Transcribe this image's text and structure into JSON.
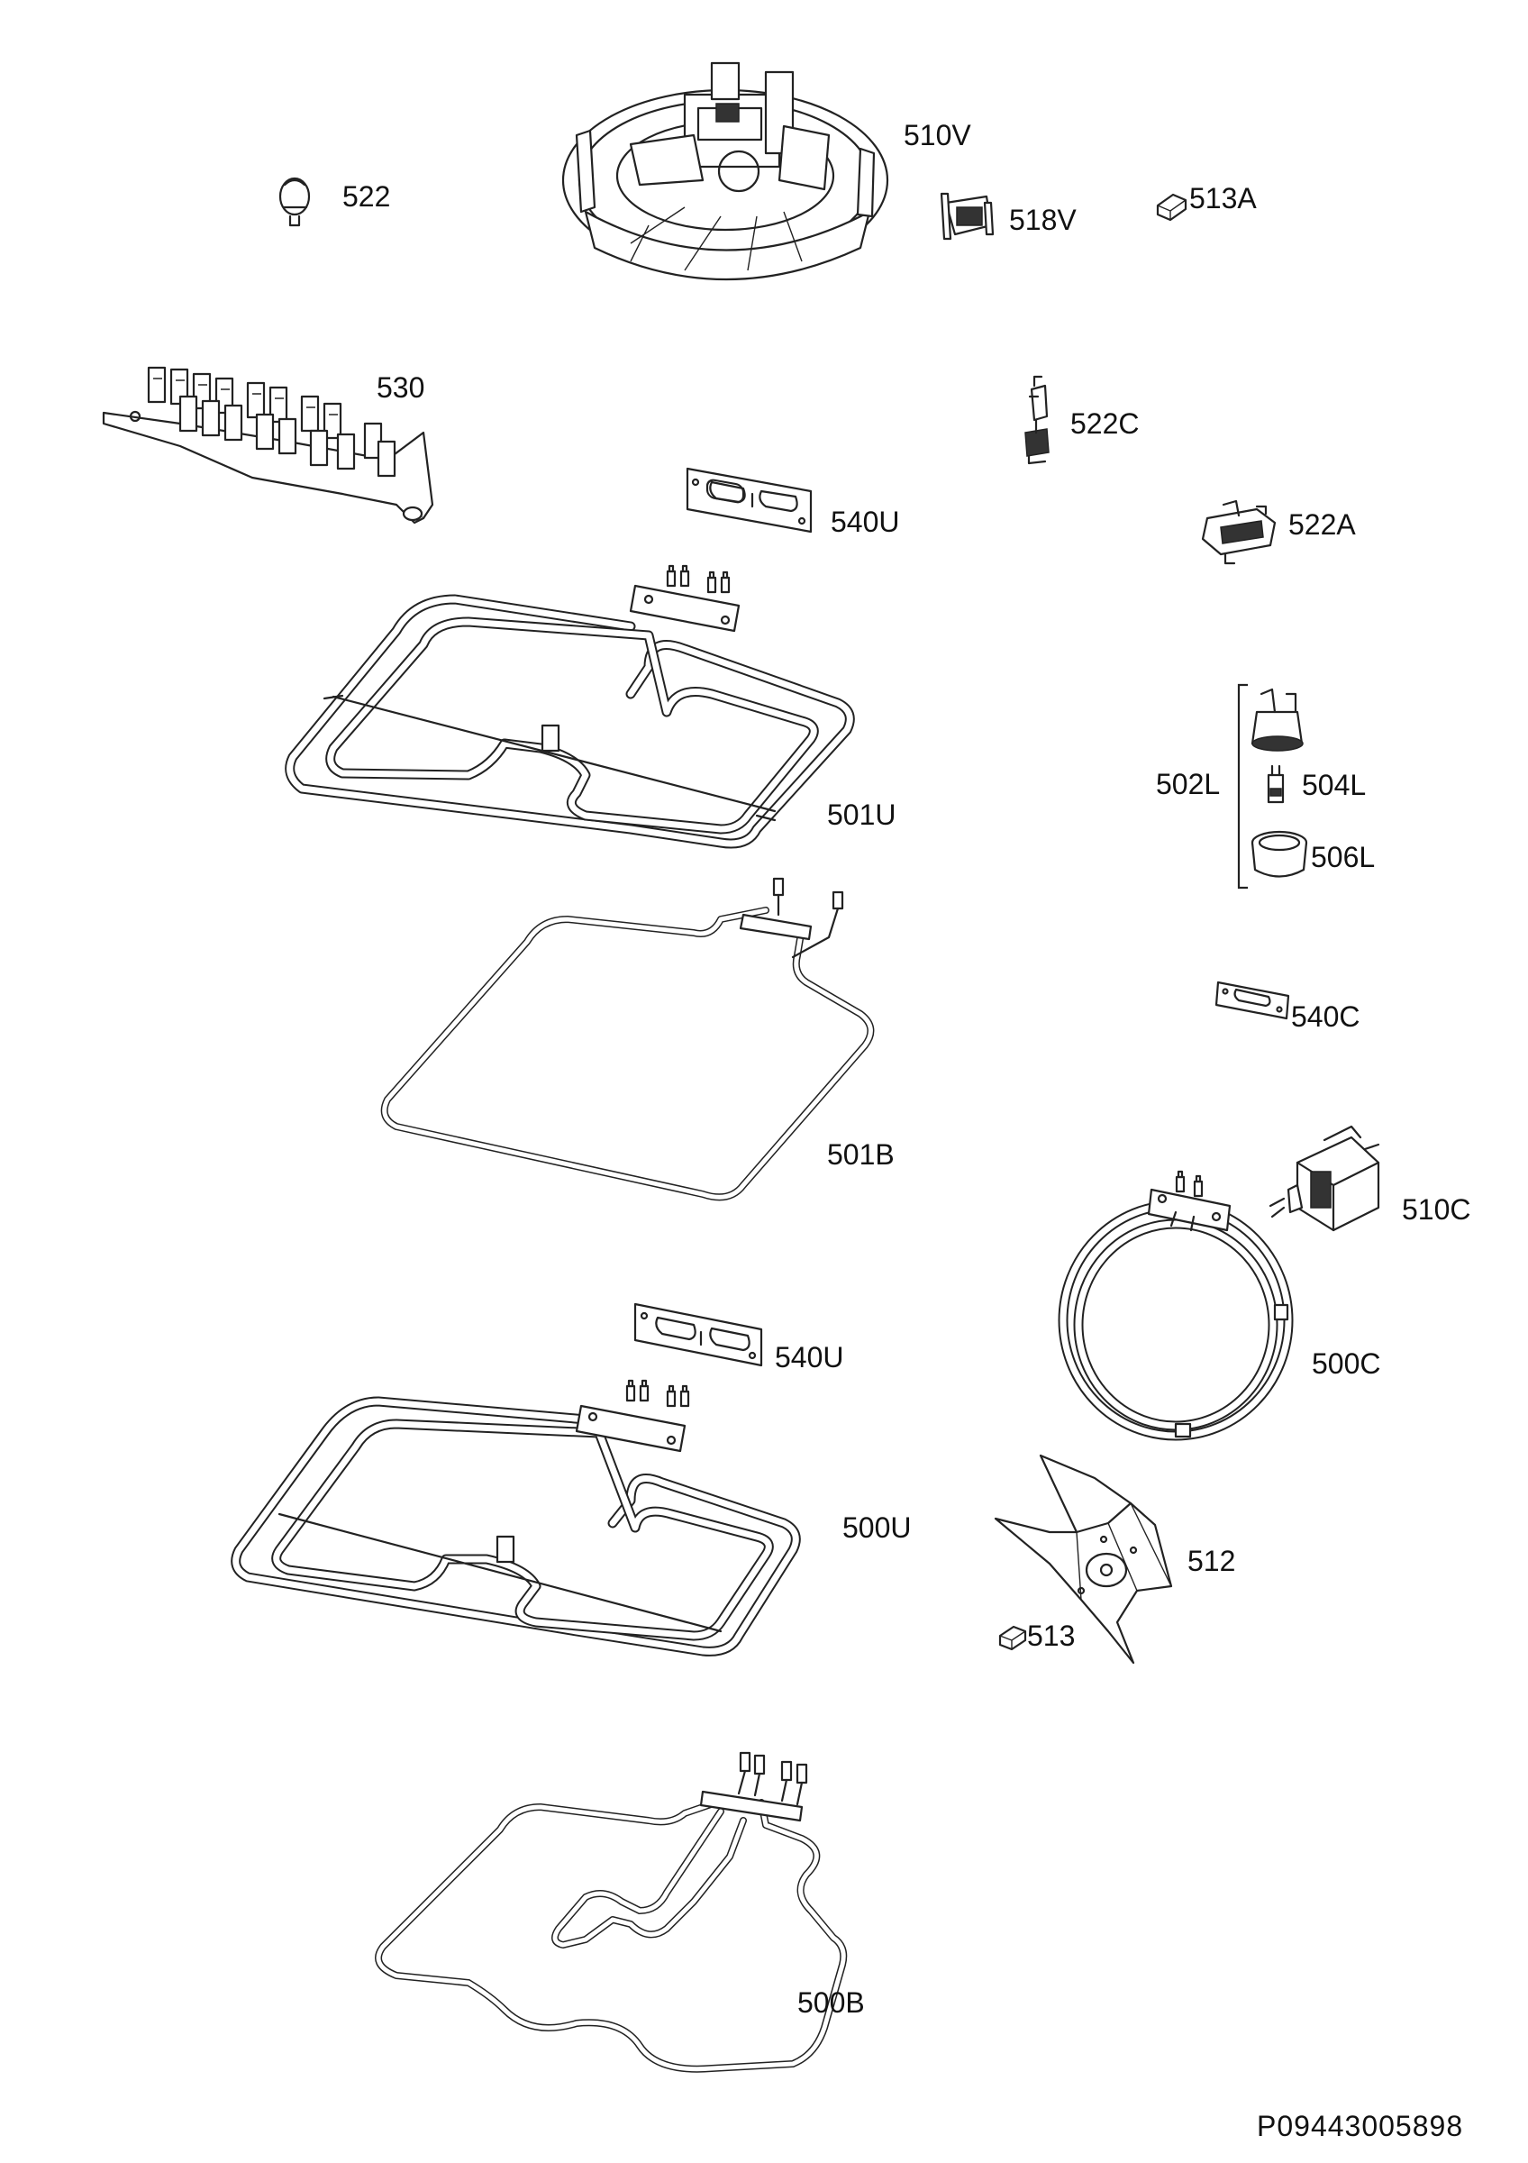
{
  "labels": {
    "p510V": "510V",
    "p522": "522",
    "p518V": "518V",
    "p513A": "513A",
    "p530": "530",
    "p522C": "522C",
    "p540U_top": "540U",
    "p522A": "522A",
    "p502L": "502L",
    "p504L": "504L",
    "p506L": "506L",
    "p501U": "501U",
    "p540C": "540C",
    "p501B": "501B",
    "p510C": "510C",
    "p500C": "500C",
    "p540U_mid": "540U",
    "p500U": "500U",
    "p512": "512",
    "p513": "513",
    "p500B": "500B"
  },
  "document_id": "P09443005898",
  "colors": {
    "line": "#222222",
    "background": "#ffffff"
  }
}
